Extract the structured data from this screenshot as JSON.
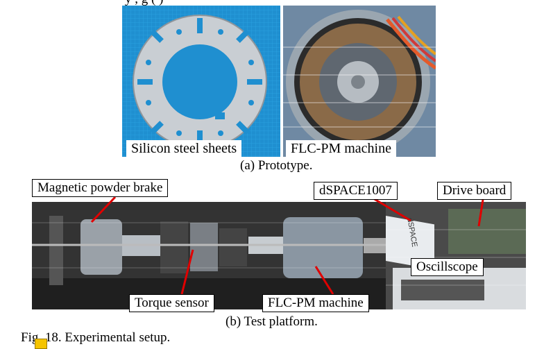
{
  "top_text_fragment": "y                      ,                     g     ( )",
  "prototype": {
    "left_label": "Silicon steel sheets",
    "right_label": "FLC-PM machine",
    "caption": "(a) Prototype."
  },
  "platform": {
    "labels": {
      "brake": "Magnetic powder brake",
      "dspace": "dSPACE1007",
      "drive_board": "Drive board",
      "oscilloscope": "Oscillscope",
      "torque_sensor": "Torque sensor",
      "machine": "FLC-PM machine"
    },
    "dspace_box_text": "dSPACE",
    "caption": "(b) Test platform."
  },
  "figure_caption": "Fig. 18. Experimental setup.",
  "colors": {
    "steel_bg": "#1f8fd0",
    "motor_bg": "#6f89a3",
    "bench_bg": "#2a2a2a",
    "arrow": "#e00000"
  }
}
